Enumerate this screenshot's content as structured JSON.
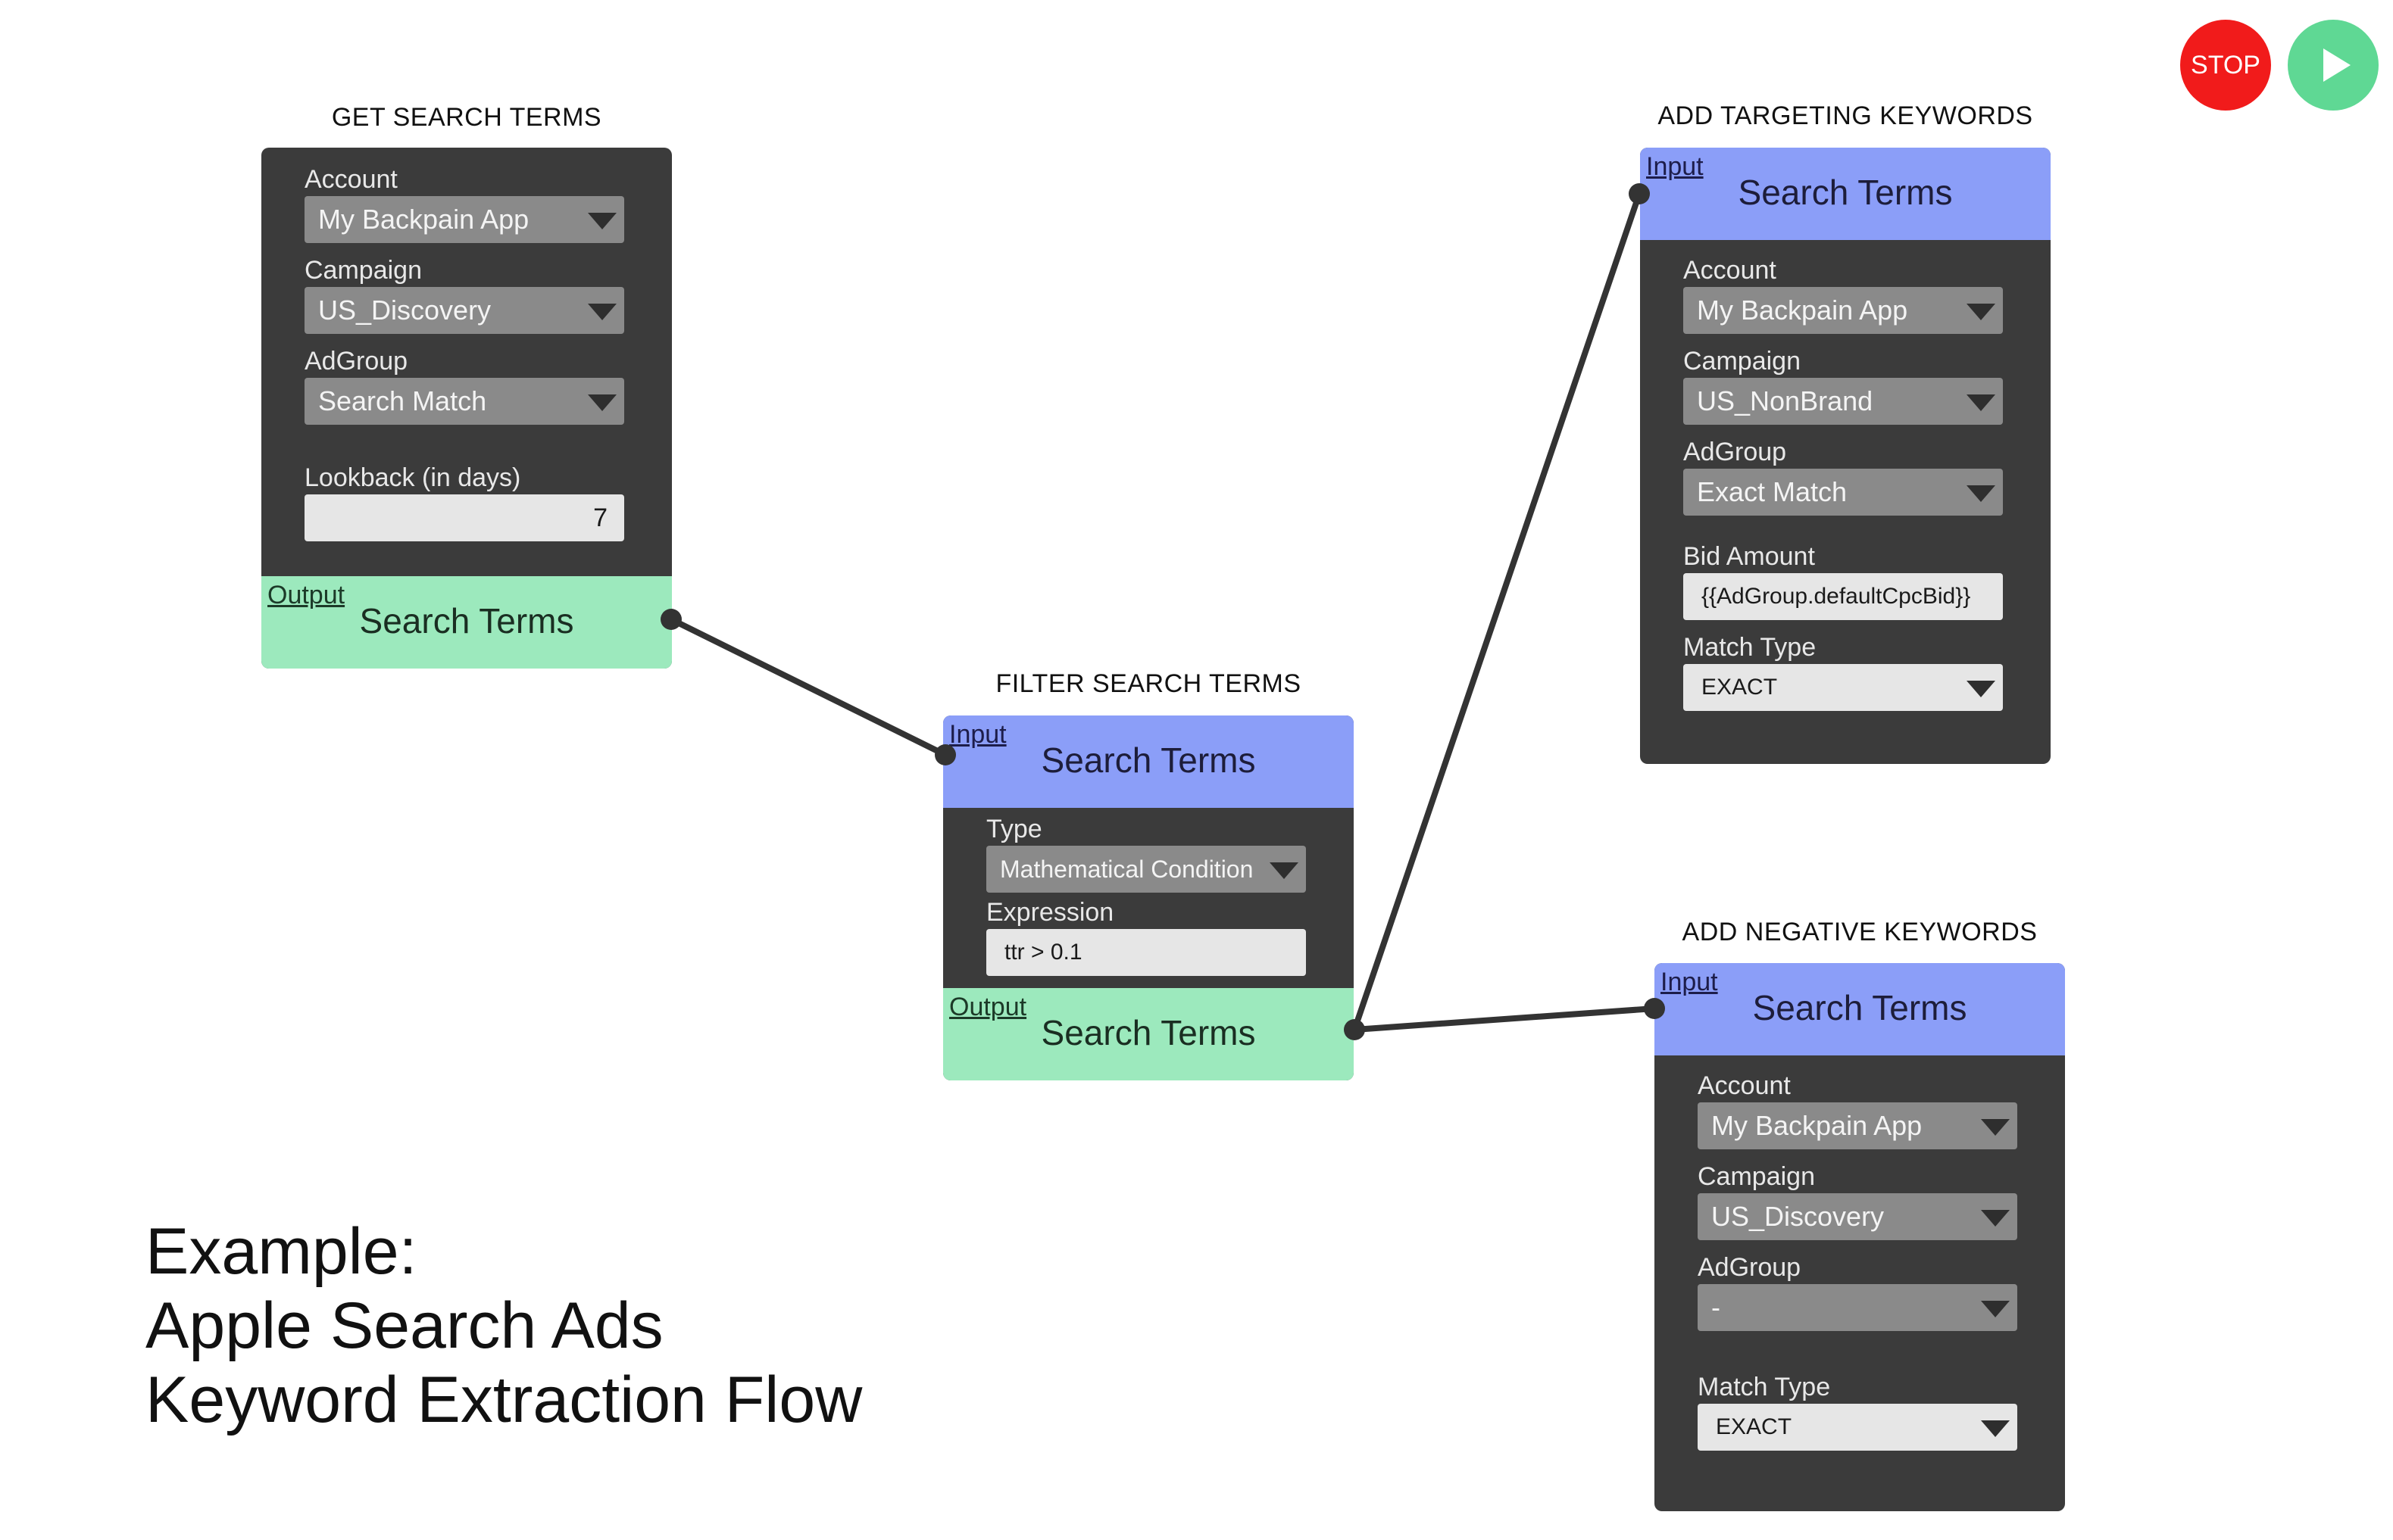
{
  "controls": {
    "stop_label": "STOP",
    "play_icon": "play-icon"
  },
  "colors": {
    "node_body": "#3b3b3b",
    "input_port": "#8b9ef8",
    "output_port": "#9ce9bd",
    "stop": "#f11b1b",
    "play": "#5fd894"
  },
  "nodes": {
    "get": {
      "title": "GET SEARCH TERMS",
      "account_label": "Account",
      "account_value": "My Backpain App",
      "campaign_label": "Campaign",
      "campaign_value": "US_Discovery",
      "adgroup_label": "AdGroup",
      "adgroup_value": "Search Match",
      "lookback_label": "Lookback (in days)",
      "lookback_value": "7",
      "output_tag": "Output",
      "output_name": "Search Terms"
    },
    "filter": {
      "title": "FILTER SEARCH TERMS",
      "input_tag": "Input",
      "input_name": "Search Terms",
      "type_label": "Type",
      "type_value": "Mathematical Condition",
      "expression_label": "Expression",
      "expression_value": "ttr > 0.1",
      "output_tag": "Output",
      "output_name": "Search Terms"
    },
    "add_targeting": {
      "title": "ADD TARGETING KEYWORDS",
      "input_tag": "Input",
      "input_name": "Search Terms",
      "account_label": "Account",
      "account_value": "My Backpain App",
      "campaign_label": "Campaign",
      "campaign_value": "US_NonBrand",
      "adgroup_label": "AdGroup",
      "adgroup_value": "Exact Match",
      "bid_label": "Bid Amount",
      "bid_value": "{{AdGroup.defaultCpcBid}}",
      "match_label": "Match Type",
      "match_value": "EXACT"
    },
    "add_negative": {
      "title": "ADD NEGATIVE KEYWORDS",
      "input_tag": "Input",
      "input_name": "Search Terms",
      "account_label": "Account",
      "account_value": "My Backpain App",
      "campaign_label": "Campaign",
      "campaign_value": "US_Discovery",
      "adgroup_label": "AdGroup",
      "adgroup_value": "-",
      "match_label": "Match Type",
      "match_value": "EXACT"
    }
  },
  "caption": {
    "line1": "Example:",
    "line2": "Apple Search Ads",
    "line3": "Keyword Extraction Flow"
  }
}
